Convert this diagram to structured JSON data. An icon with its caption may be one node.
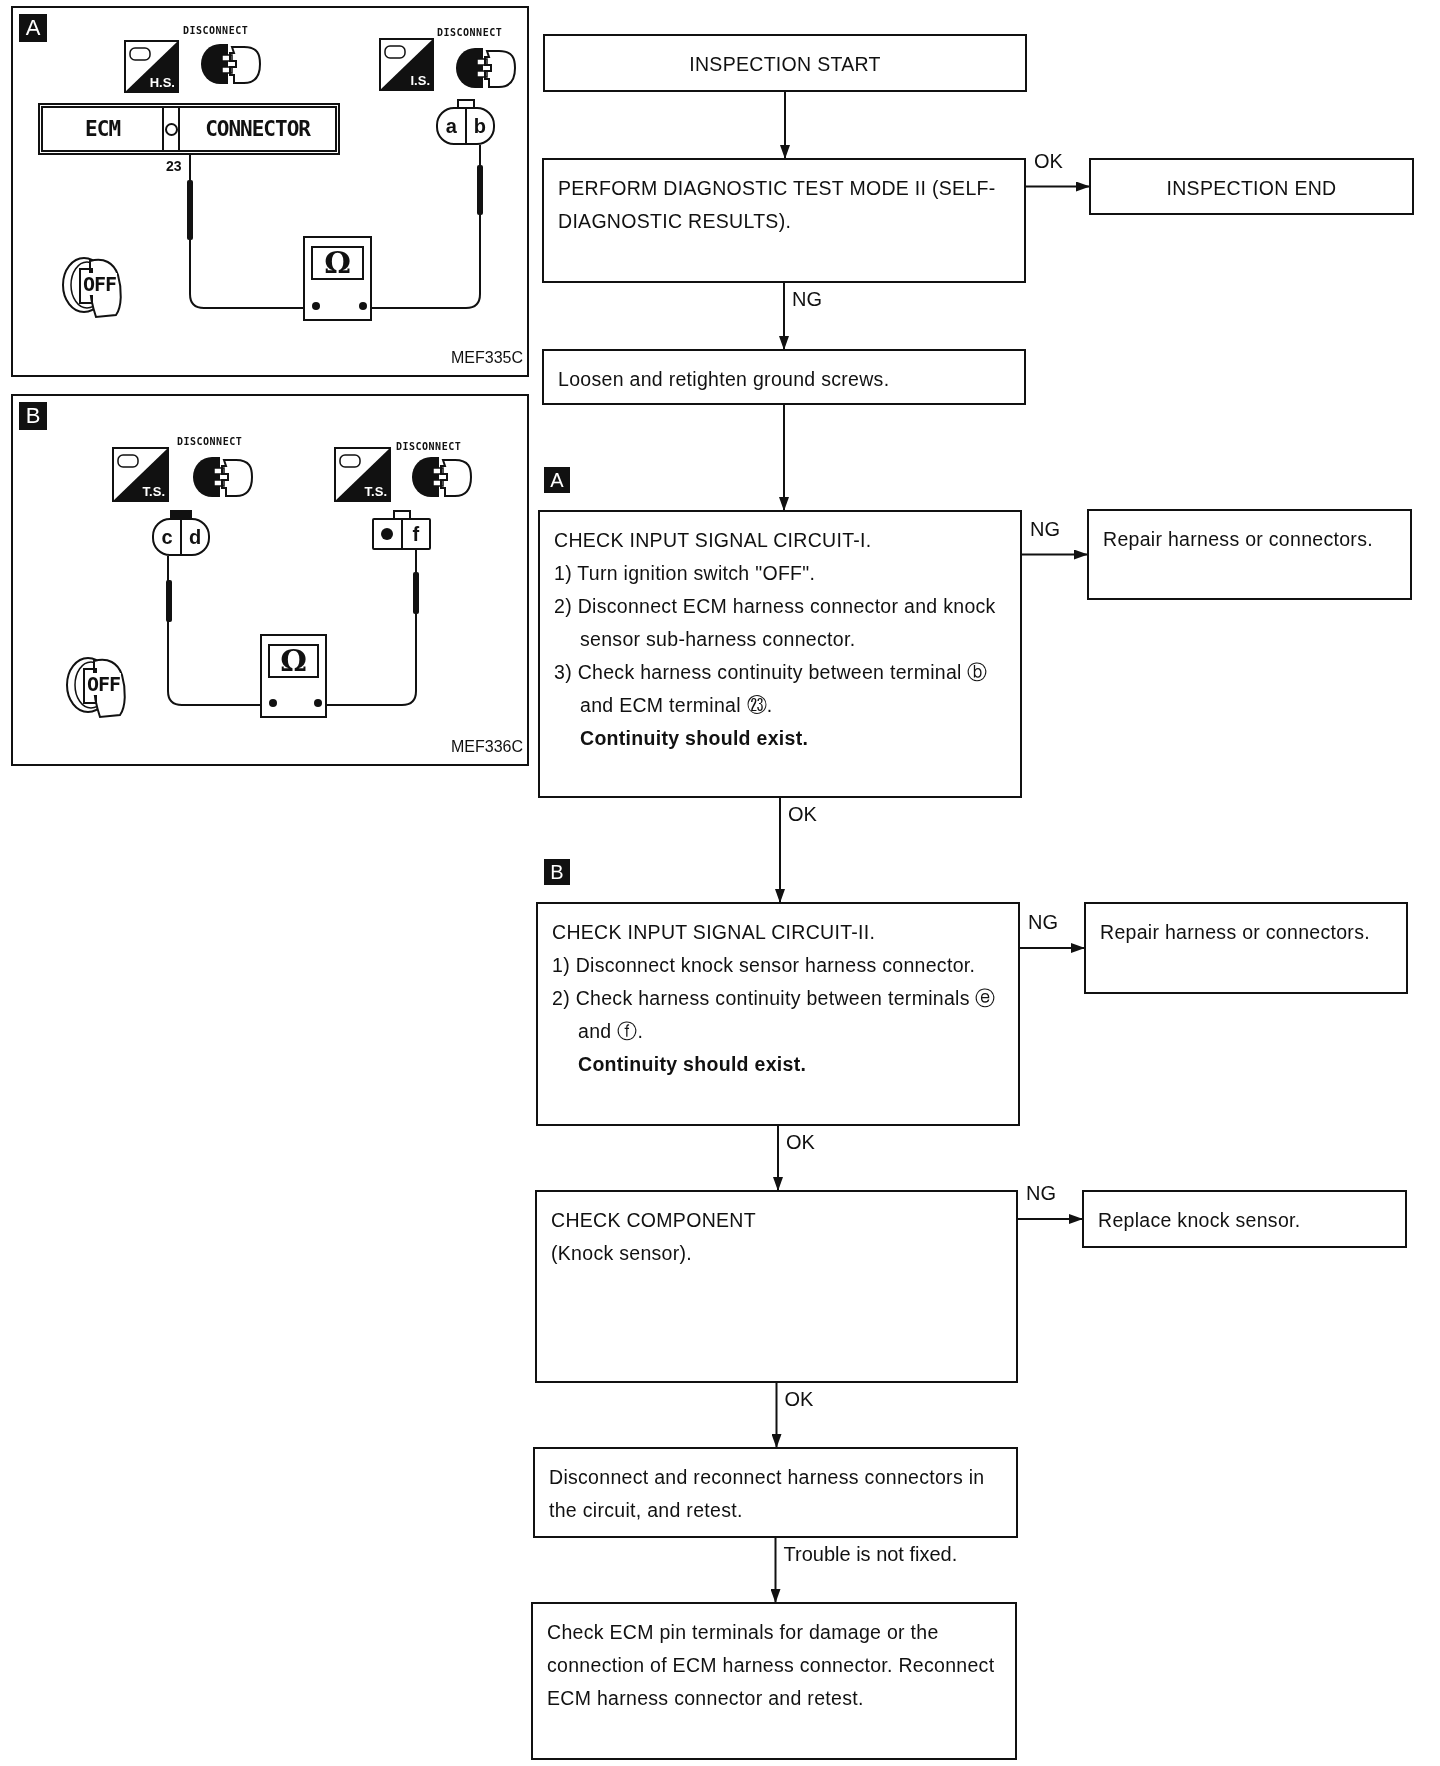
{
  "diagram": {
    "nodes": [
      {
        "text": [
          "A",
          "MEF335C"
        ]
      },
      {
        "text": [
          "ECM",
          "CONNECTOR"
        ],
        "in": 0,
        "beside": [
          "23"
        ]
      },
      {
        "text": [
          "a",
          "b"
        ],
        "in": 0
      },
      {
        "text": [
          "Ω"
        ],
        "in": 0
      },
      {
        "text": [
          "B",
          "MEF336C"
        ]
      },
      {
        "text": [
          "c",
          "d"
        ],
        "in": 4
      },
      {
        "text": [
          "f"
        ],
        "in": 4
      },
      {
        "text": [
          "Ω"
        ],
        "in": 4
      },
      {
        "text": [
          "INSPECTION START"
        ]
      },
      {
        "text": [
          "PERFORM DIAGNOSTIC TEST MODE II (SELF-DIAGNOSTIC RESULTS)."
        ]
      },
      {
        "text": [
          "INSPECTION END"
        ]
      },
      {
        "text": [
          "Loosen and retighten ground screws."
        ]
      },
      {
        "text": [
          "CHECK INPUT SIGNAL CIRCUIT-I.",
          "1) Turn ignition switch \"OFF\".",
          "2) Disconnect ECM harness connector and knock sensor sub-harness connector.",
          "3) Check harness continuity between terminal ⓑ and ECM terminal ㉓.",
          "Continuity should exist."
        ],
        "beside": [
          "A"
        ]
      },
      {
        "text": [
          "Repair harness or connectors."
        ]
      },
      {
        "text": [
          "CHECK INPUT SIGNAL CIRCUIT-II.",
          "1) Disconnect knock sensor harness connector.",
          "2) Check harness continuity between terminals ⓔ and ⓕ.",
          "Continuity should exist."
        ],
        "beside": [
          "B"
        ]
      },
      {
        "text": [
          "Repair harness or connectors."
        ]
      },
      {
        "text": [
          "CHECK COMPONENT",
          "(Knock sensor)."
        ]
      },
      {
        "text": [
          "Replace knock sensor."
        ]
      },
      {
        "text": [
          "Disconnect and reconnect harness connectors in the circuit, and retest."
        ]
      },
      {
        "text": [
          "Check ECM pin terminals for damage or the connection of ECM harness connector. Reconnect ECM harness connector and retest."
        ]
      }
    ],
    "edges": [
      {
        "from": 1,
        "to": 3,
        "arrow": "none"
      },
      {
        "from": 2,
        "to": 3,
        "arrow": "none"
      },
      {
        "from": 5,
        "to": 7,
        "arrow": "none"
      },
      {
        "from": 6,
        "to": 7,
        "arrow": "none"
      },
      {
        "from": 8,
        "to": 9,
        "arrow": "to"
      },
      {
        "from": 9,
        "to": 10,
        "arrow": "to",
        "label": "OK"
      },
      {
        "from": 9,
        "to": 11,
        "arrow": "to",
        "label": "NG"
      },
      {
        "from": 11,
        "to": 12,
        "arrow": "to"
      },
      {
        "from": 12,
        "to": 13,
        "arrow": "to",
        "label": "NG"
      },
      {
        "from": 12,
        "to": 14,
        "arrow": "to",
        "label": "OK"
      },
      {
        "from": 14,
        "to": 15,
        "arrow": "to",
        "label": "NG"
      },
      {
        "from": 14,
        "to": 16,
        "arrow": "to",
        "label": "OK"
      },
      {
        "from": 16,
        "to": 17,
        "arrow": "to",
        "label": "NG"
      },
      {
        "from": 16,
        "to": 18,
        "arrow": "to",
        "label": "OK"
      },
      {
        "from": 18,
        "to": 19,
        "arrow": "to",
        "label": "Trouble is not fixed."
      }
    ],
    "labels": [
      "H.S.",
      "DISCONNECT",
      "I.S.",
      "DISCONNECT",
      "OFF",
      "T.S.",
      "DISCONNECT",
      "T.S.",
      "DISCONNECT",
      "OFF"
    ]
  }
}
